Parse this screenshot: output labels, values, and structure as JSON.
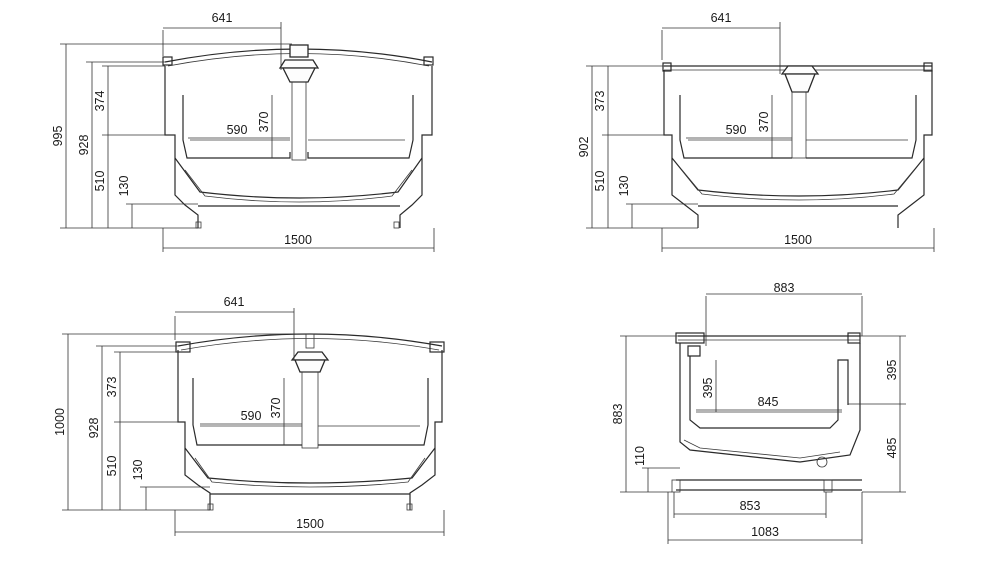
{
  "views": {
    "top_left": {
      "width": "641",
      "overall_height": "995",
      "upper_height": "928",
      "glass_height": "374",
      "bin_width": "590",
      "bin_depth": "370",
      "base_height": "510",
      "leg_height": "130",
      "overall_width": "1500"
    },
    "top_right": {
      "width": "641",
      "overall_height": "902",
      "glass_height": "373",
      "bin_width": "590",
      "bin_depth": "370",
      "base_height": "510",
      "leg_height": "130",
      "overall_width": "1500"
    },
    "bottom_left": {
      "width": "641",
      "overall_height": "1000",
      "upper_height": "928",
      "glass_height": "373",
      "bin_width": "590",
      "bin_depth": "370",
      "base_height": "510",
      "leg_height": "130",
      "overall_width": "1500"
    },
    "bottom_right": {
      "top_width": "883",
      "overall_height": "883",
      "inner_depth": "395",
      "inner_width": "845",
      "right_upper": "395",
      "right_lower": "485",
      "leg_height": "110",
      "base_width": "853",
      "overall_width": "1083"
    }
  }
}
